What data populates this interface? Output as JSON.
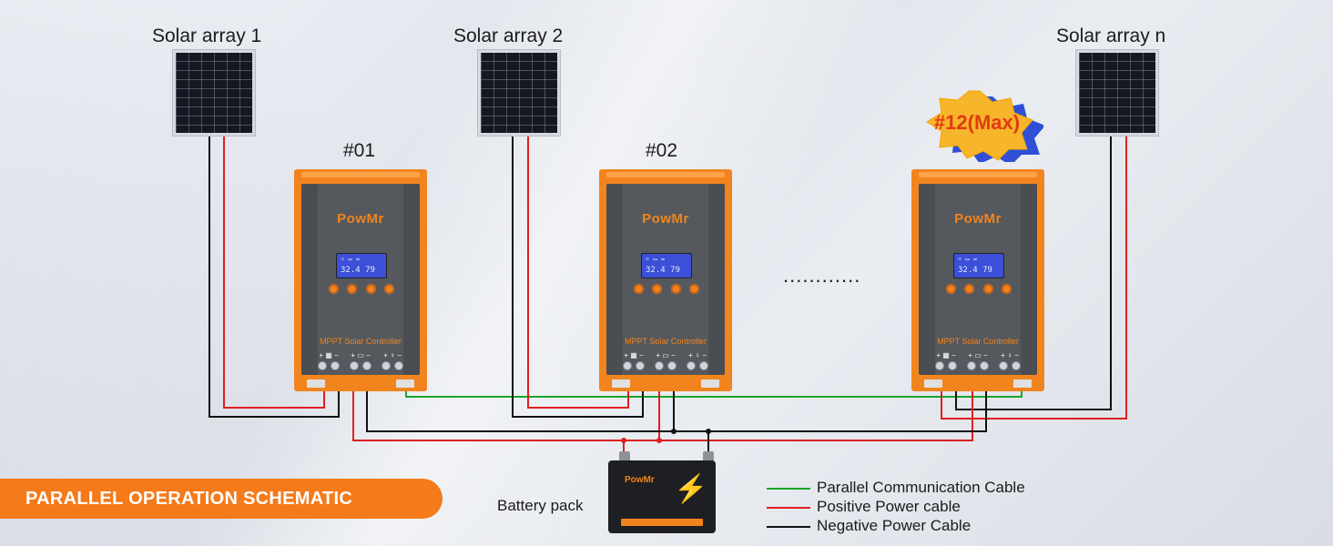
{
  "arrays": [
    {
      "label": "Solar array 1"
    },
    {
      "label": "Solar array 2"
    },
    {
      "label": "Solar array n"
    }
  ],
  "controllers": [
    {
      "label": "#01"
    },
    {
      "label": "#02"
    },
    {
      "label": ""
    }
  ],
  "controller_face": {
    "brand": "PowMr",
    "lcd_line1": "☼ ▭ ≈",
    "lcd_line2": "32.4   79",
    "model": "MPPT Solar Controller",
    "term_symbols": [
      "+ ▦ −",
      "+ ▭ −",
      "+ ♀ −"
    ]
  },
  "max_badge": "#12(Max)",
  "ellipsis": "............",
  "title": "PARALLEL OPERATION SCHEMATIC",
  "battery": {
    "label": "Battery pack",
    "brand": "PowMr"
  },
  "legend": [
    {
      "label": "Parallel Communication Cable",
      "color": "#1aa52a"
    },
    {
      "label": "Positive Power cable",
      "color": "#e01f1f"
    },
    {
      "label": "Negative Power Cable",
      "color": "#111111"
    }
  ],
  "colors": {
    "accent": "#f47a1a",
    "positive": "#e01f1f",
    "negative": "#111111",
    "comm": "#1aa52a"
  }
}
